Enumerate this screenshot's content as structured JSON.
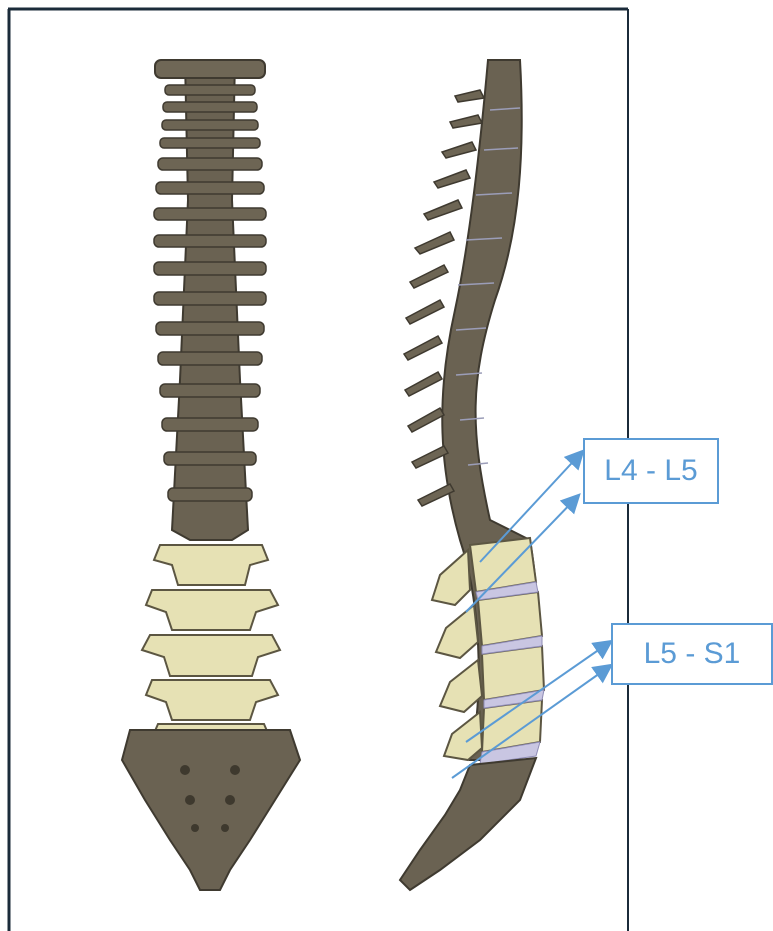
{
  "figure": {
    "views": [
      "posterior-view",
      "lateral-view"
    ]
  },
  "labels": {
    "upper": "L4 - L5",
    "lower": "L5 - S1"
  },
  "colors": {
    "accent": "#5b9bd5",
    "bone_dark": "#6a6252",
    "bone_light": "#e6e1b4",
    "disc": "#c9c6e2"
  }
}
